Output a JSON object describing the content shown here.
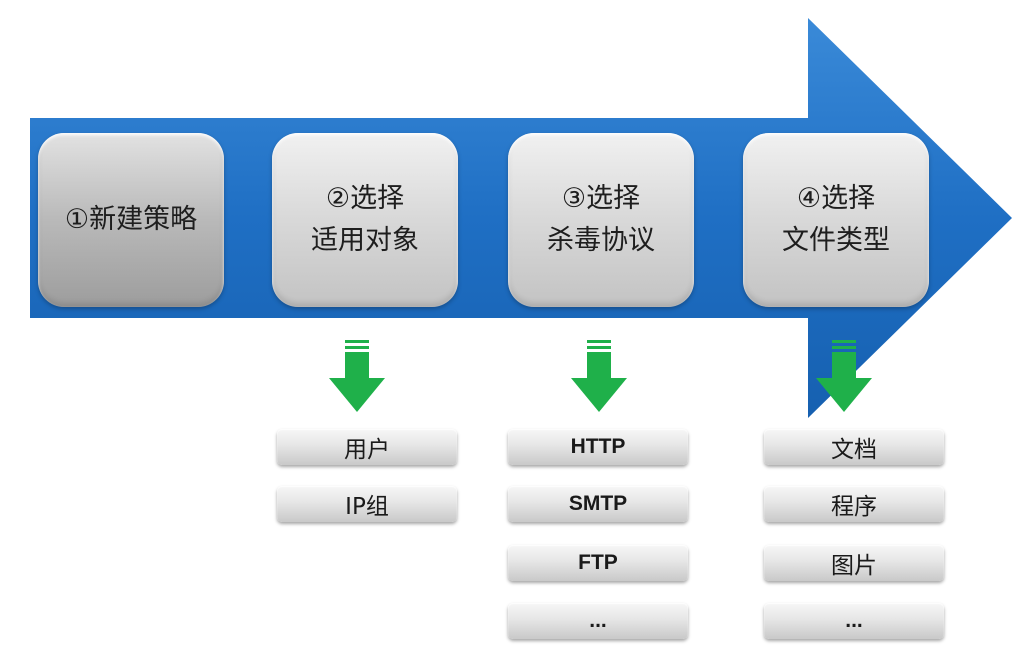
{
  "flow": {
    "steps": [
      {
        "line1": "①新建策略",
        "line2": ""
      },
      {
        "line1": "②选择",
        "line2": "适用对象"
      },
      {
        "line1": "③选择",
        "line2": "杀毒协议"
      },
      {
        "line1": "④选择",
        "line2": "文件类型"
      }
    ],
    "columns": [
      {
        "items": [
          "用户",
          "IP组"
        ]
      },
      {
        "items": [
          "HTTP",
          "SMTP",
          "FTP",
          "..."
        ]
      },
      {
        "items": [
          "文档",
          "程序",
          "图片",
          "..."
        ]
      }
    ]
  },
  "colors": {
    "arrow_blue": "#1f6fc4",
    "down_arrow_green": "#1fb04a",
    "box_gray": "#c8c8c8"
  },
  "icons": {
    "main_arrow": "right-arrow-icon",
    "sub_arrow": "down-arrow-icon"
  }
}
